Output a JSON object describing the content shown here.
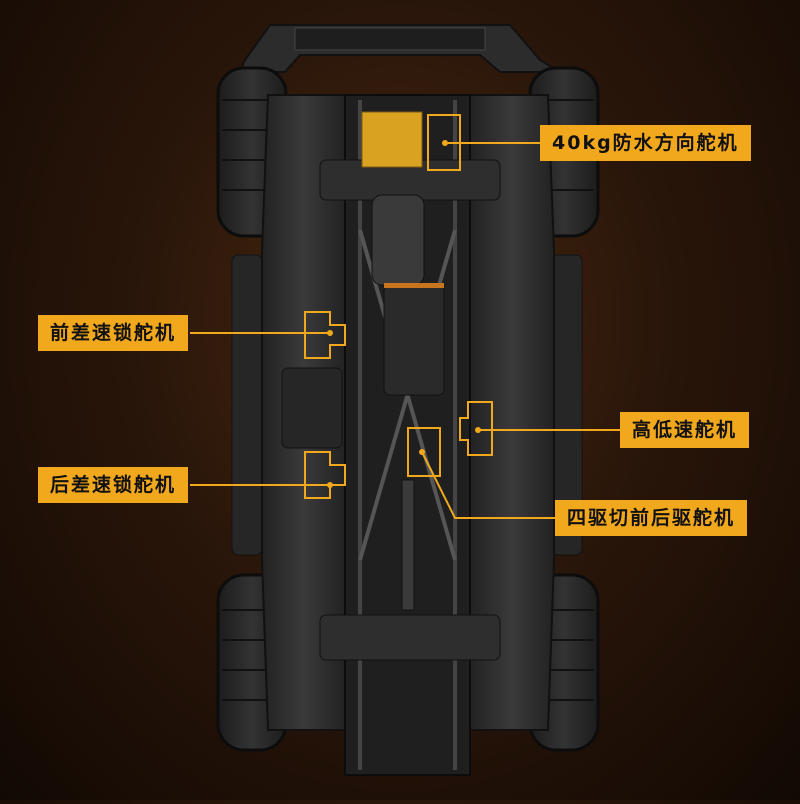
{
  "colors": {
    "accent": "#f2a81d",
    "chassis": "#2b2b2b",
    "background": "#1a0e05"
  },
  "labels": {
    "steering_servo": "40kg防水方向舵机",
    "front_diff_lock": "前差速锁舵机",
    "high_low_servo": "高低速舵机",
    "rear_diff_lock": "后差速锁舵机",
    "four_wd_servo": "四驱切前后驱舵机"
  }
}
